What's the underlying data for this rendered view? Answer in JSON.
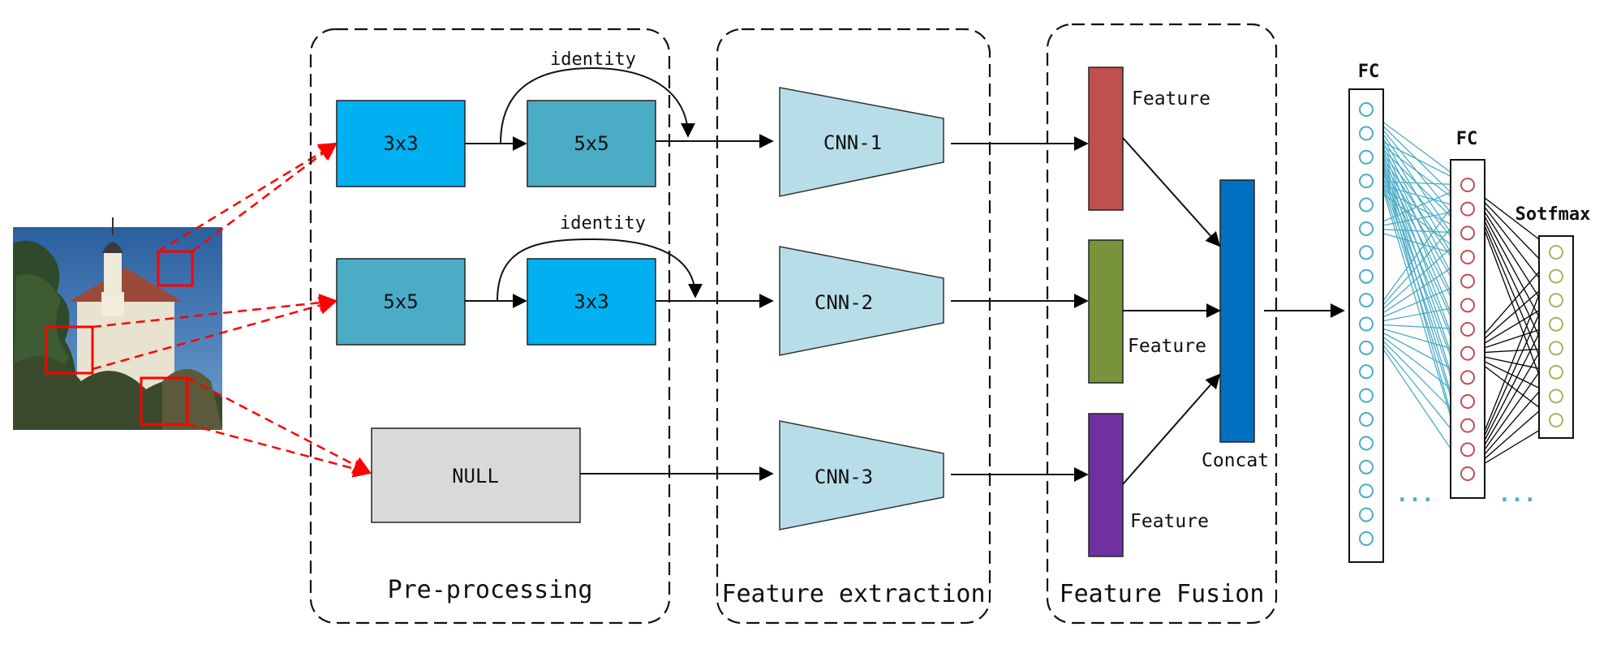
{
  "stages": {
    "preprocessing": "Pre-processing",
    "extraction": "Feature extraction",
    "fusion": "Feature Fusion"
  },
  "preprocessing": {
    "row1": {
      "a": "3x3",
      "b": "5x5",
      "skip": "identity"
    },
    "row2": {
      "a": "5x5",
      "b": "3x3",
      "skip": "identity"
    },
    "row3": {
      "a": "NULL"
    }
  },
  "cnn": [
    "CNN-1",
    "CNN-2",
    "CNN-3"
  ],
  "features": [
    "Feature",
    "Feature",
    "Feature"
  ],
  "concat": "Concat",
  "fc1": {
    "label": "FC",
    "nodes": 19
  },
  "fc2": {
    "label": "FC",
    "nodes": 13
  },
  "softmax": {
    "label": "Sotfmax",
    "nodes": 8
  },
  "ellipsis": [
    "...",
    "..."
  ],
  "colors": {
    "block_bright": "#00b0f0",
    "block_teal": "#4bacc6",
    "block_null": "#d9d9d9",
    "cnn": "#b7dde8",
    "feature_red": "#c0504d",
    "feature_green": "#77933c",
    "feature_purple": "#7030a0",
    "concat": "#0070c0",
    "fc1_node": "#4bacc6",
    "fc2_node": "#c0504d",
    "softmax_node": "#9bbb59",
    "fc1_links": "#4bacc6",
    "fc2_links": "#000000",
    "crop": "#ff0000"
  }
}
